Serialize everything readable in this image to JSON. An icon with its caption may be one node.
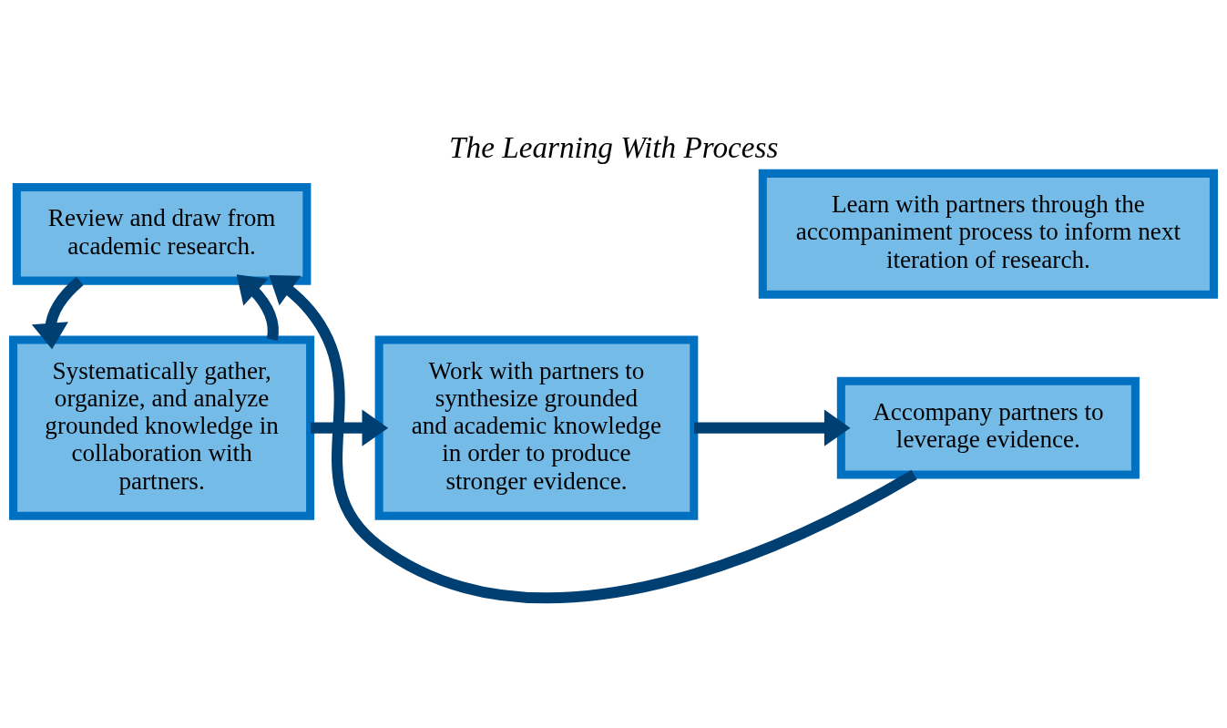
{
  "diagram": {
    "title": "The Learning With Process",
    "nodes": [
      {
        "text": [
          "Systematically gather, organize, and analyze grounded knowledge in collaboration with partners."
        ]
      },
      {
        "text": [
          "Review and draw from academic research."
        ]
      },
      {
        "text": [
          "Work with partners to synthesize grounded and academic knowledge in order to produce stronger evidence."
        ]
      },
      {
        "text": [
          "Accompany partners to leverage evidence."
        ]
      },
      {
        "text": [
          "Learn with partners through the accompaniment process to inform next iteration of research."
        ]
      }
    ],
    "edges": [
      {
        "from": 0,
        "to": 1,
        "arrow": "to"
      },
      {
        "from": 1,
        "to": 0,
        "arrow": "to"
      },
      {
        "from": 0,
        "to": 2,
        "arrow": "to"
      },
      {
        "from": 2,
        "to": 3,
        "arrow": "to"
      },
      {
        "from": 3,
        "to": 1,
        "arrow": "to"
      }
    ]
  }
}
